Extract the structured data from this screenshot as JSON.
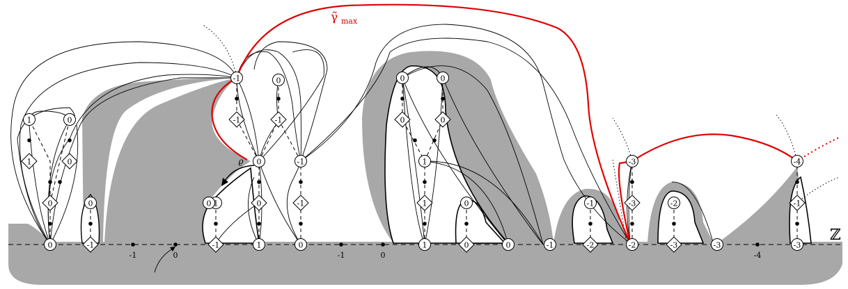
{
  "labels": {
    "gamma_max": "γ̃",
    "gamma_sub": "max",
    "rho": "ϱ",
    "Z": "ℤ"
  },
  "colors": {
    "grey": "#a8a8a8",
    "red": "#e00000",
    "line": "#000000"
  },
  "axis_numbers": [
    "-1",
    "0",
    "-1",
    "0",
    "-4"
  ],
  "bottom_nodes": [
    "0",
    "-1",
    "-1",
    "1",
    "0",
    "1",
    "0",
    "0",
    "-1",
    "-2",
    "-2",
    "-3",
    "-3",
    "-3"
  ],
  "upper_nodes": [
    "-1",
    "0",
    "1",
    "0",
    "0",
    "0",
    "-1",
    "0",
    "1",
    "0",
    "-1",
    "0",
    "0",
    "-3",
    "-4",
    "1",
    "-1",
    "1",
    "-2",
    "-1",
    "-1",
    "0",
    "0",
    "0",
    "0",
    "1",
    "0",
    "0",
    "-3",
    "-1"
  ]
}
